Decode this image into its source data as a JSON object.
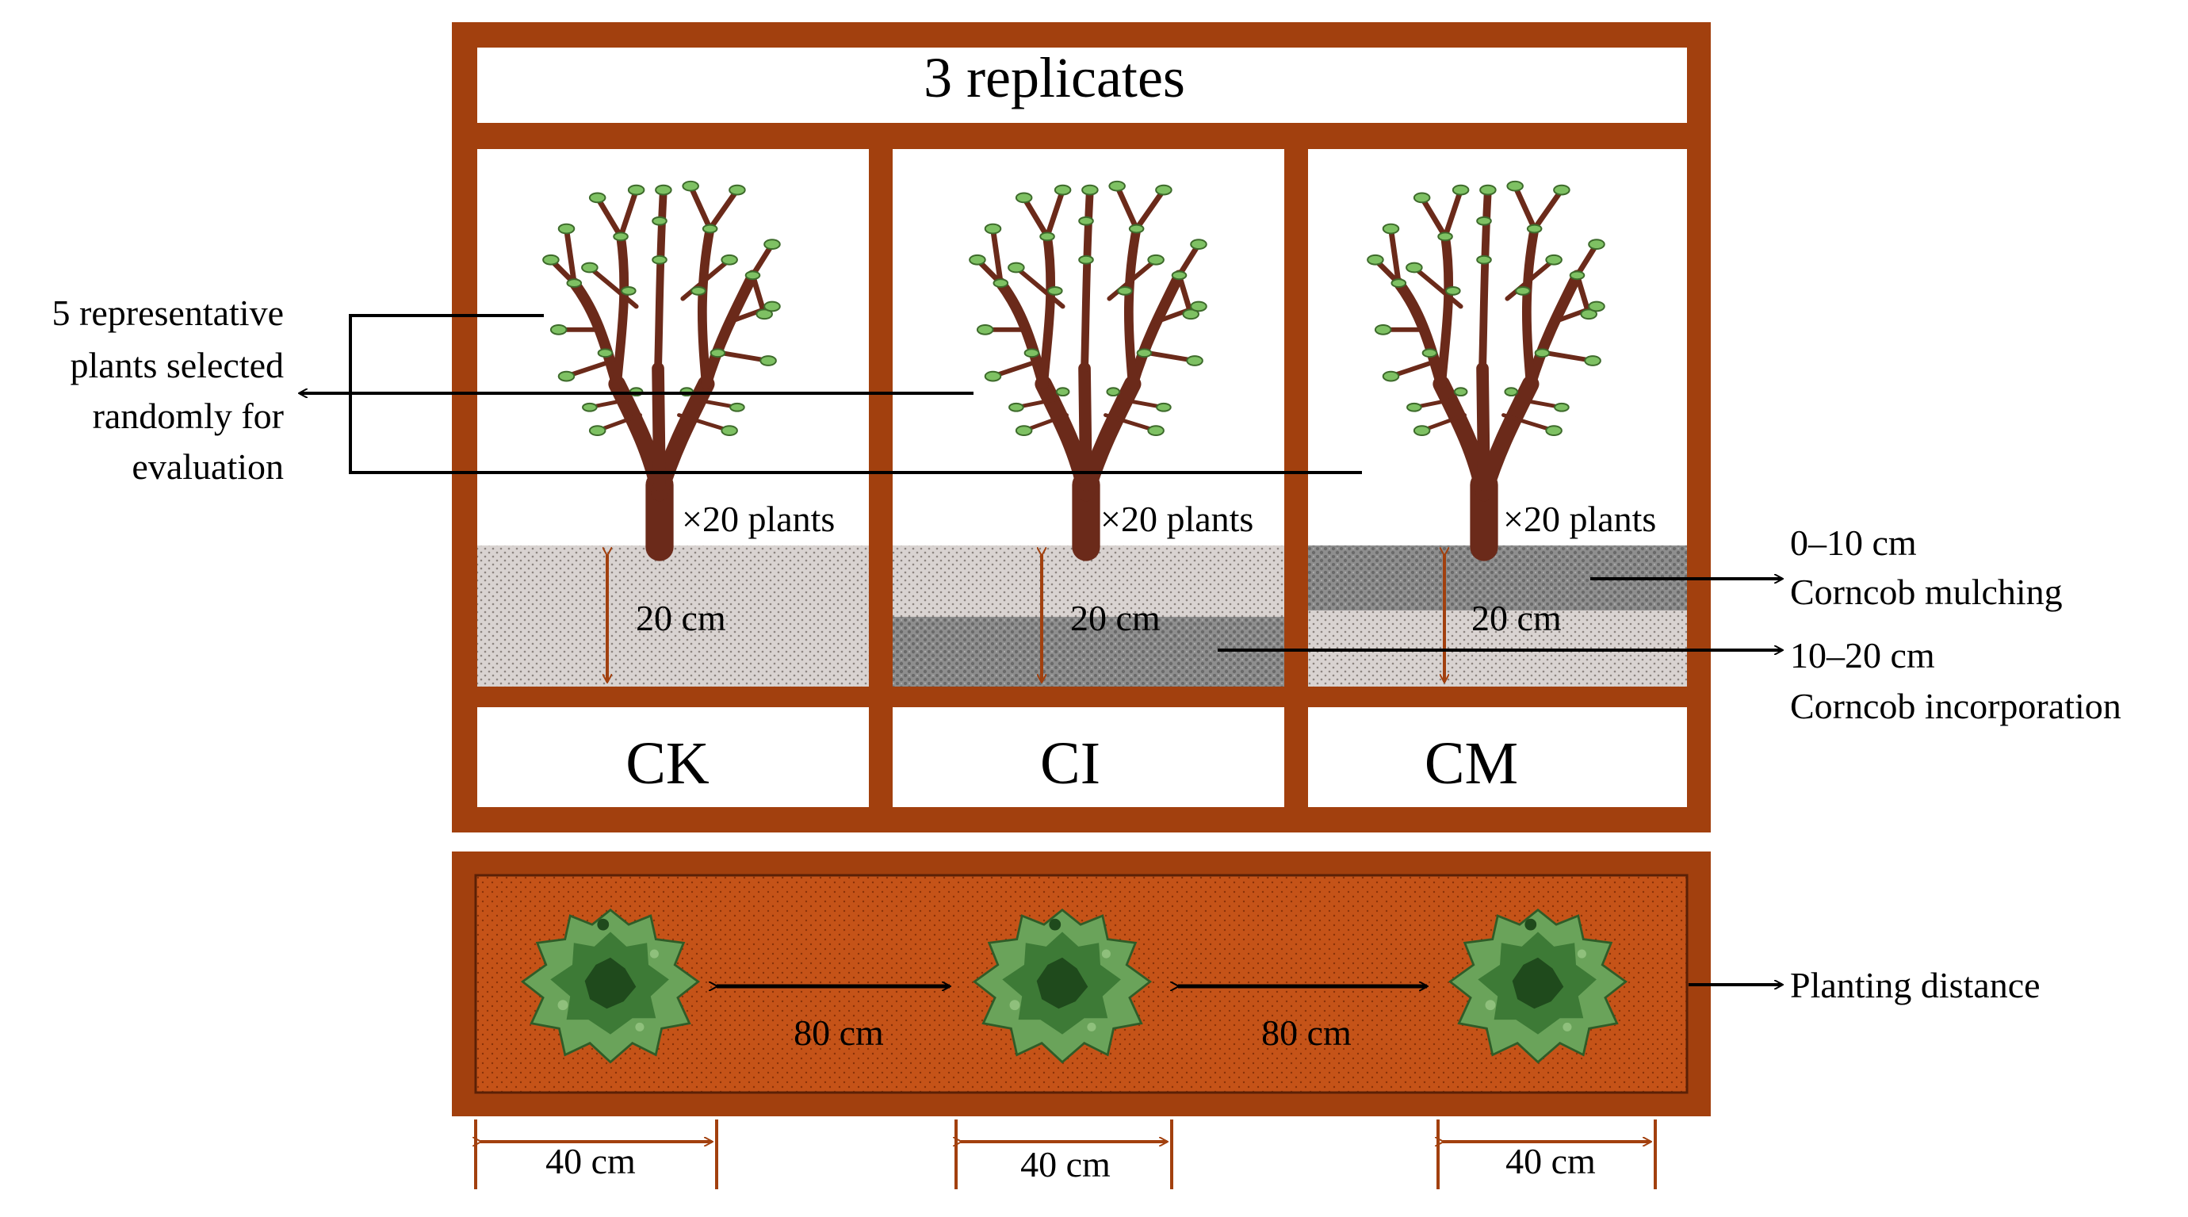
{
  "header": {
    "title": "3 replicates"
  },
  "treatments": [
    {
      "label": "CK",
      "plants_label": "×20 plants",
      "depth_label": "20 cm"
    },
    {
      "label": "CI",
      "plants_label": "×20 plants",
      "depth_label": "20 cm"
    },
    {
      "label": "CM",
      "plants_label": "×20 plants",
      "depth_label": "20 cm"
    }
  ],
  "selection_note": {
    "line1": "5 representative",
    "line2": "plants selected",
    "line3": "randomly for",
    "line4": "evaluation"
  },
  "layers": {
    "mulching_depth": "0–10 cm",
    "mulching_name": "Corncob mulching",
    "incorporation_depth": "10–20 cm",
    "incorporation_name": "Corncob incorporation"
  },
  "planting": {
    "label": "Planting distance",
    "spacing_label": "80 cm",
    "spacing_label_2": "80 cm",
    "width_label_1": "40 cm",
    "width_label_2": "40 cm",
    "width_label_3": "40 cm"
  },
  "colors": {
    "frame": "#a2400e",
    "bed": "#c55318",
    "soil": "#d9d3d1",
    "corncob": "#8a8a8a",
    "foliage": "#7ec163",
    "trunk": "#6b2a1a",
    "shrub": "#3d7a36"
  }
}
